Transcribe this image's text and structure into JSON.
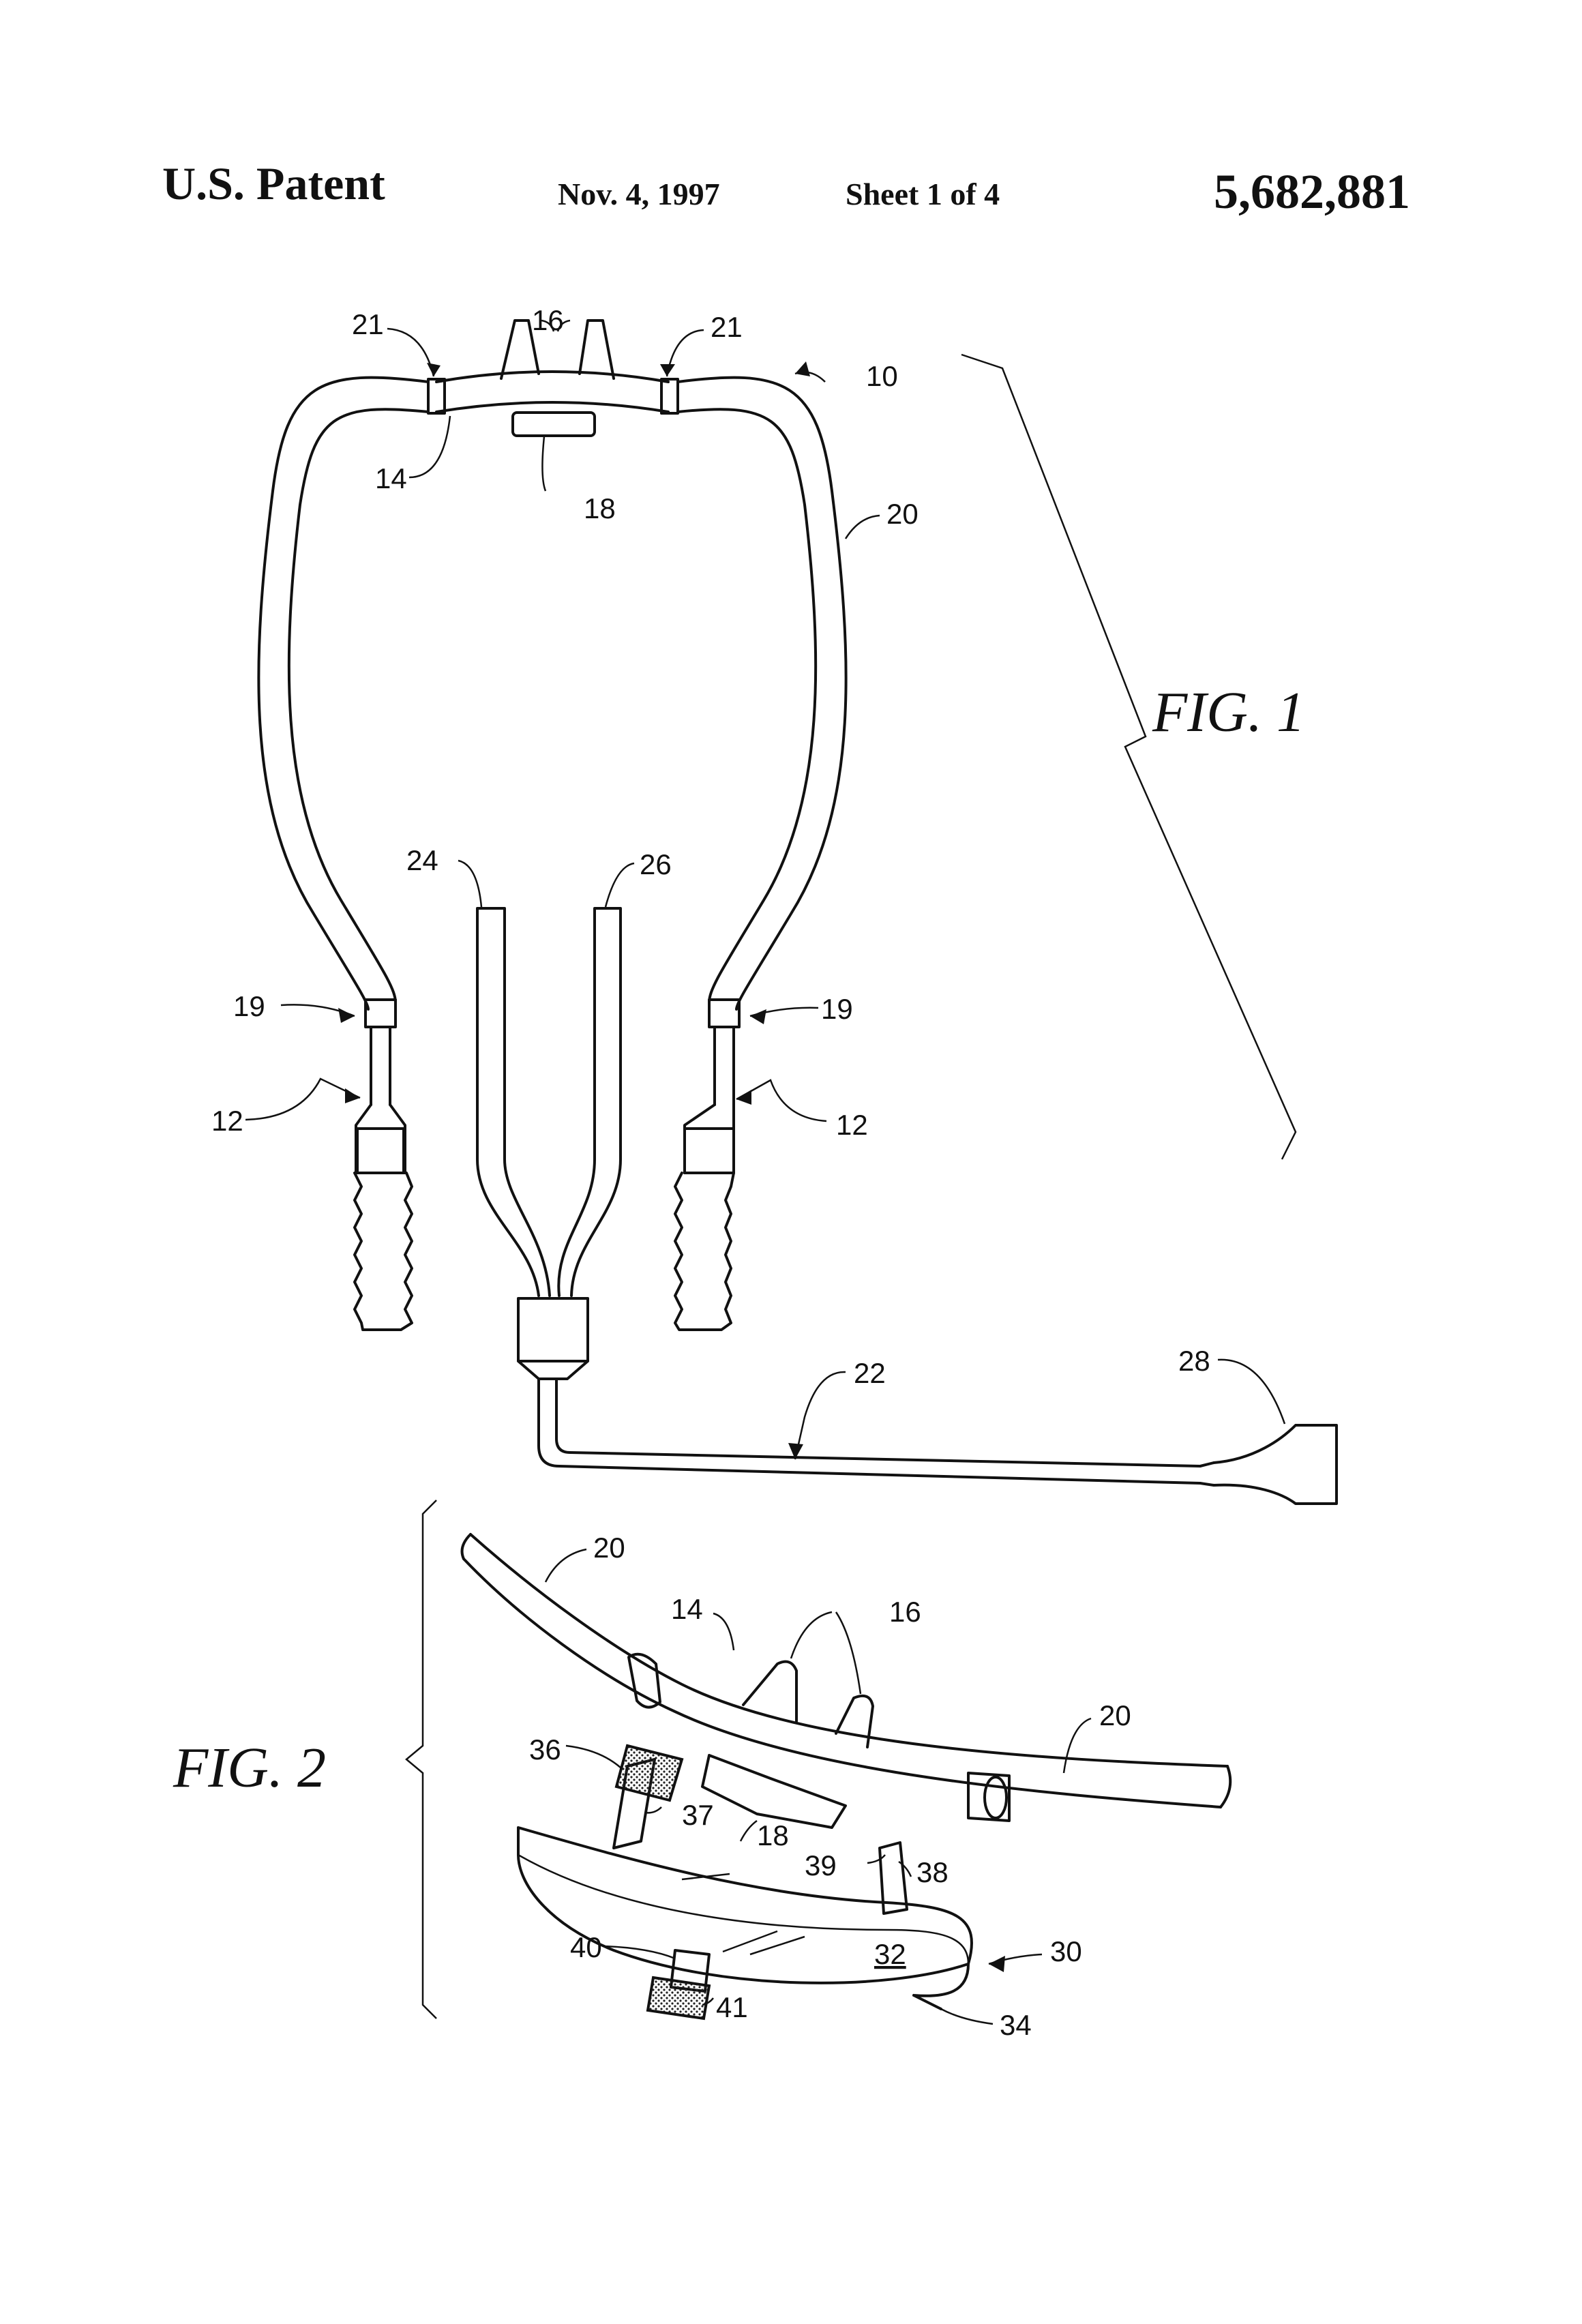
{
  "header": {
    "title": "U.S. Patent",
    "date": "Nov. 4, 1997",
    "sheet": "Sheet 1 of 4",
    "patent_number": "5,682,881"
  },
  "figures": {
    "fig1_label": "FIG.  1",
    "fig2_label": "FIG.  2"
  },
  "fig1_refs": {
    "r10": "10",
    "r12_left": "12",
    "r12_right": "12",
    "r14": "14",
    "r16": "16",
    "r18": "18",
    "r19_left": "19",
    "r19_right": "19",
    "r20": "20",
    "r21_left": "21",
    "r21_right": "21",
    "r22": "22",
    "r24": "24",
    "r26": "26",
    "r28": "28"
  },
  "fig2_refs": {
    "r14": "14",
    "r16": "16",
    "r18": "18",
    "r20_left": "20",
    "r20_right": "20",
    "r30": "30",
    "r32": "32",
    "r34": "34",
    "r36": "36",
    "r37": "37",
    "r38": "38",
    "r39": "39",
    "r40": "40",
    "r41": "41"
  }
}
